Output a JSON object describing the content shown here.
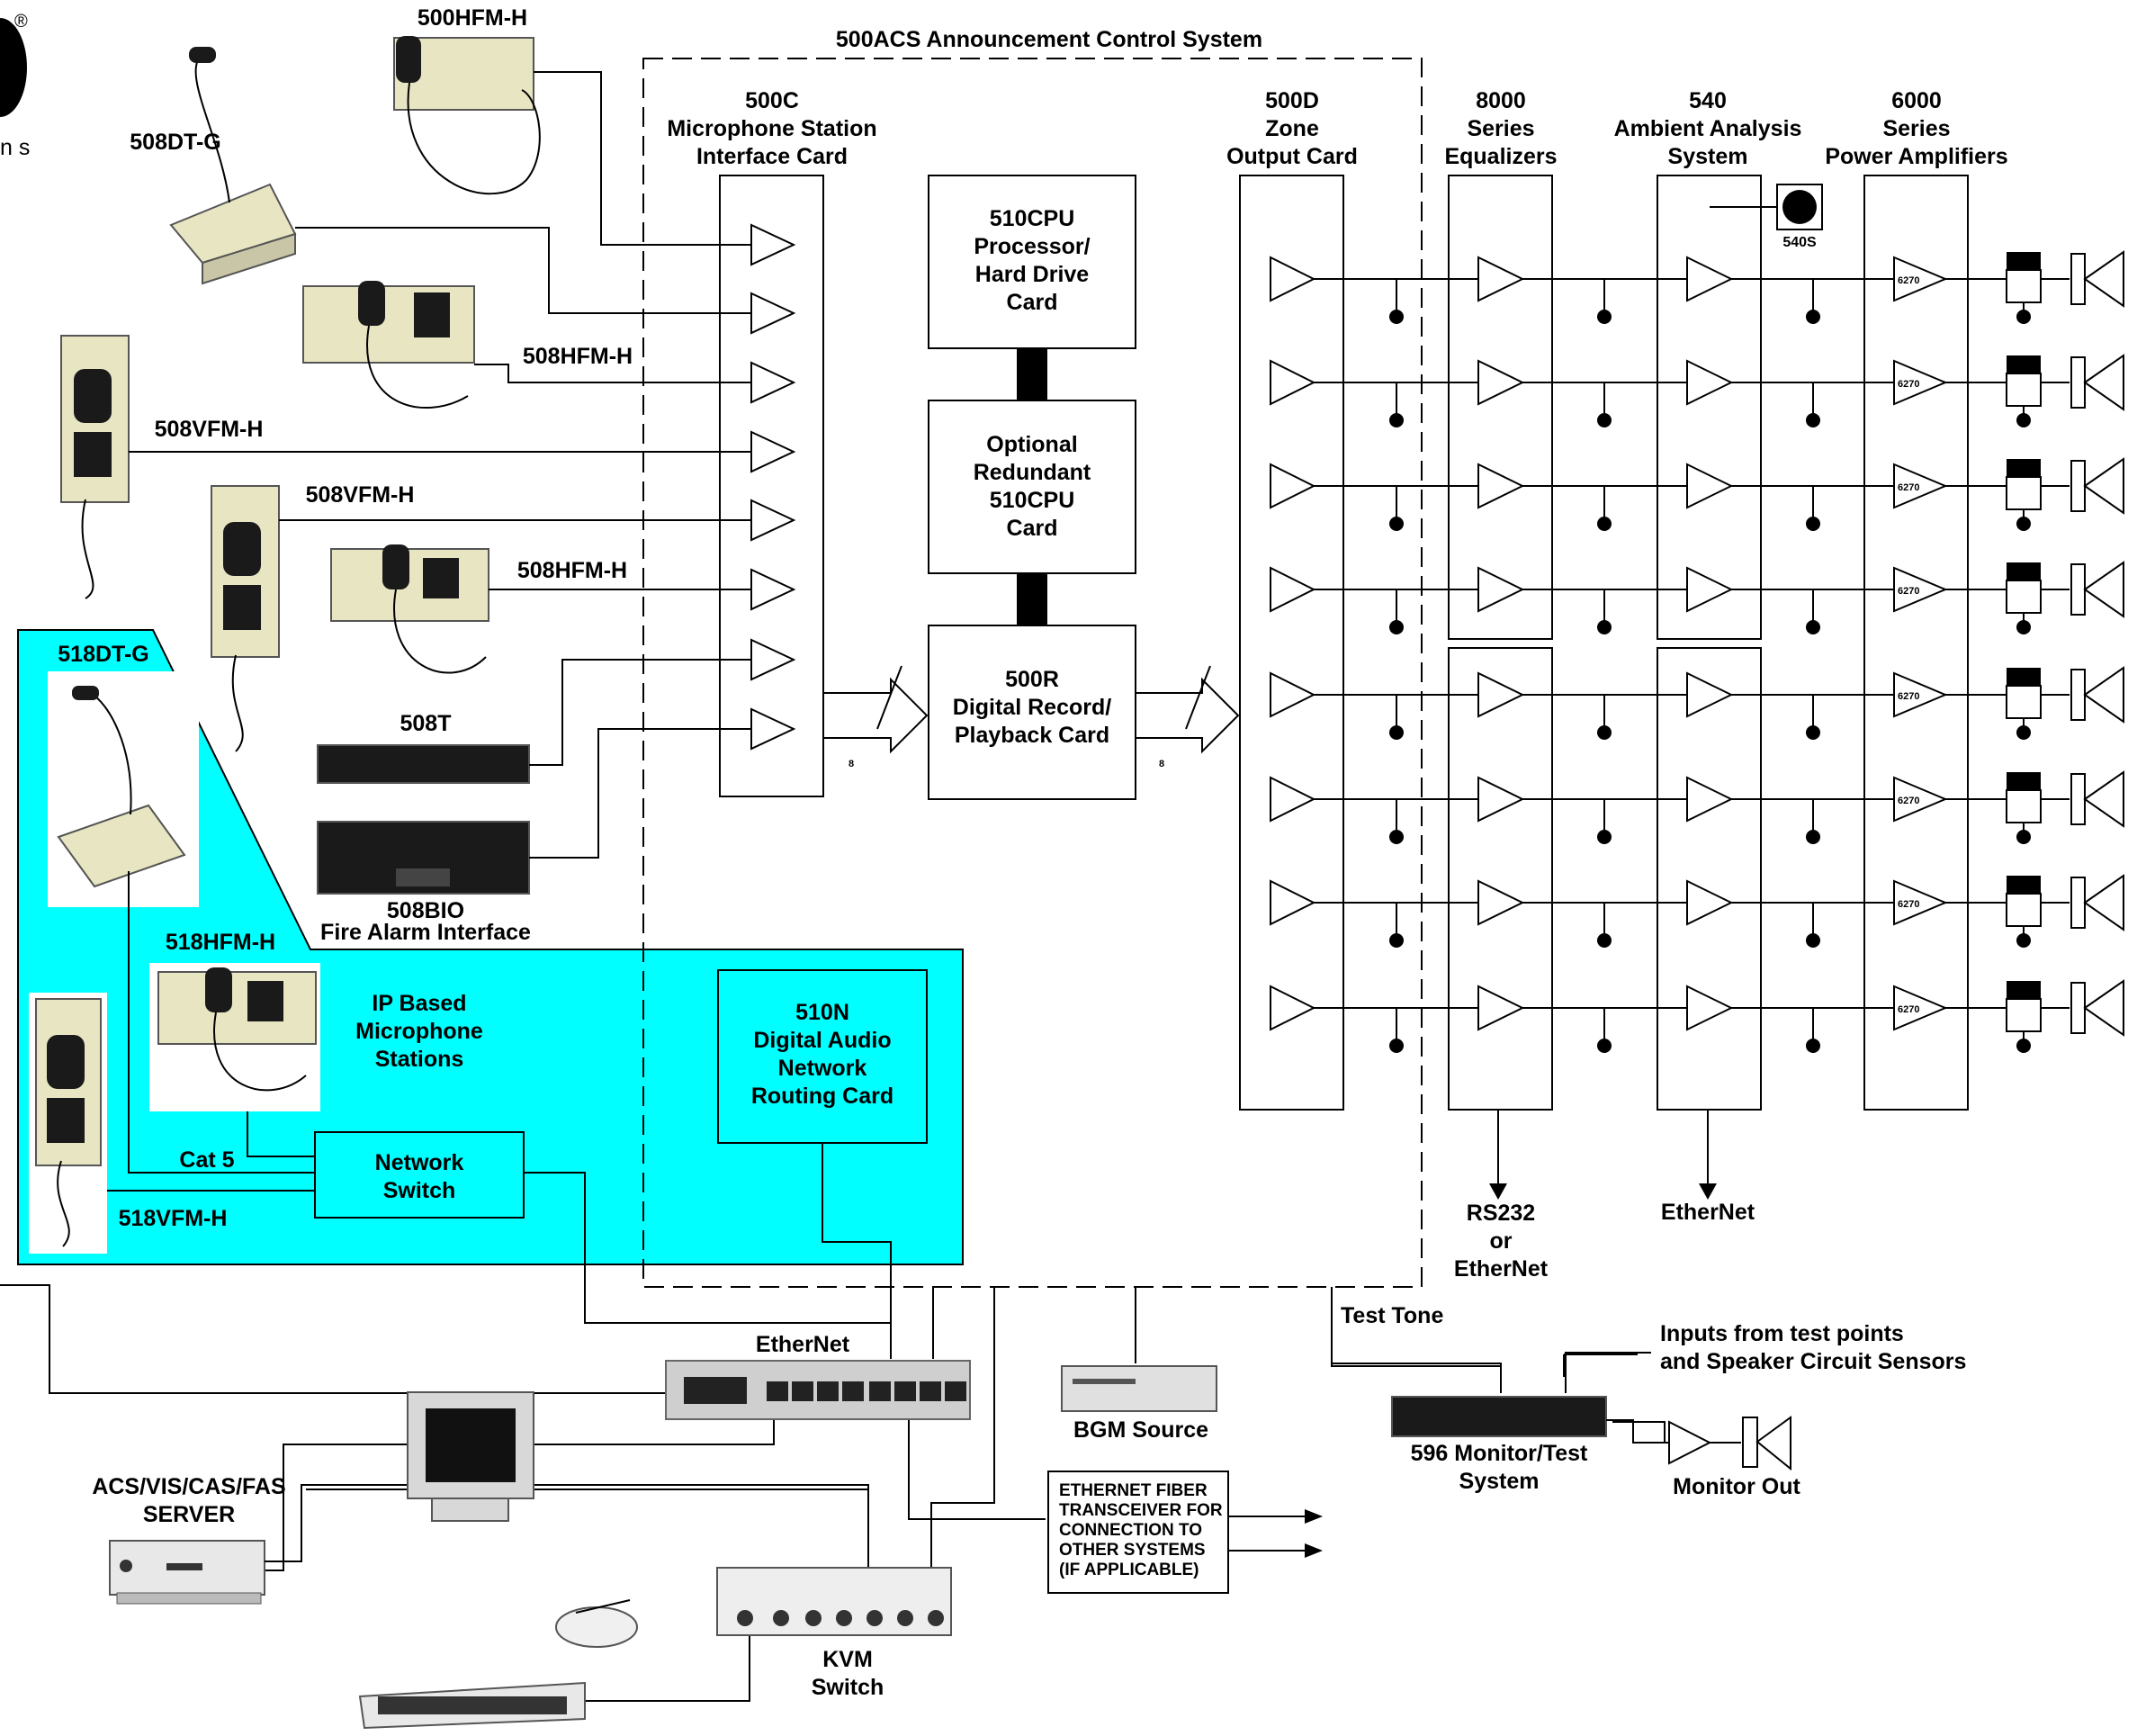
{
  "brand": {
    "registered_mark": "®",
    "logo_fragment": "n s"
  },
  "system_title": "500ACS Announcement Control System",
  "columns": {
    "c500": [
      "500C",
      "Microphone Station",
      "Interface Card"
    ],
    "d500": [
      "500D",
      "Zone",
      "Output Card"
    ],
    "eq8000": [
      "8000",
      "Series",
      "Equalizers"
    ],
    "a540": [
      "540",
      "Ambient Analysis",
      "System"
    ],
    "p6000": [
      "6000",
      "Series",
      "Power Amplifiers"
    ]
  },
  "cards": {
    "cpu": [
      "510CPU",
      "Processor/",
      "Hard Drive",
      "Card"
    ],
    "redundant": [
      "Optional",
      "Redundant",
      "510CPU",
      "Card"
    ],
    "record": [
      "500R",
      "Digital Record/",
      "Playback Card"
    ],
    "network": [
      "510N",
      "Digital Audio",
      "Network",
      "Routing Card"
    ]
  },
  "bus_count": "8",
  "sensor_label": "540S",
  "amp_model": "6270",
  "devices": {
    "hfm500": "500HFM-H",
    "dt508": "508DT-G",
    "hfm508a": "508HFM-H",
    "vfm508a": "508VFM-H",
    "vfm508b": "508VFM-H",
    "hfm508b": "508HFM-H",
    "t508": "508T",
    "bio508": [
      "508BIO",
      "Fire Alarm Interface"
    ],
    "dt518": "518DT-G",
    "hfm518": "518HFM-H",
    "vfm518": "518VFM-H"
  },
  "ip_stations": [
    "IP Based",
    "Microphone",
    "Stations"
  ],
  "cat5": "Cat 5",
  "network_switch": [
    "Network",
    "Switch"
  ],
  "rs232": [
    "RS232",
    "or",
    "EtherNet"
  ],
  "ethernet_label": "EtherNet",
  "ethernet_hub_label": "EtherNet",
  "test_tone": "Test Tone",
  "test_inputs": [
    "Inputs from test points",
    "and Speaker Circuit Sensors"
  ],
  "monitor_system": [
    "596 Monitor/Test",
    "System"
  ],
  "monitor_out": "Monitor Out",
  "bgm_source": "BGM Source",
  "server": [
    "ACS/VIS/CAS/FAS",
    "SERVER"
  ],
  "kvm": [
    "KVM",
    "Switch"
  ],
  "fiber": [
    "ETHERNET FIBER",
    "TRANSCEIVER FOR",
    "CONNECTION TO",
    "OTHER SYSTEMS",
    "(IF APPLICABLE)"
  ]
}
